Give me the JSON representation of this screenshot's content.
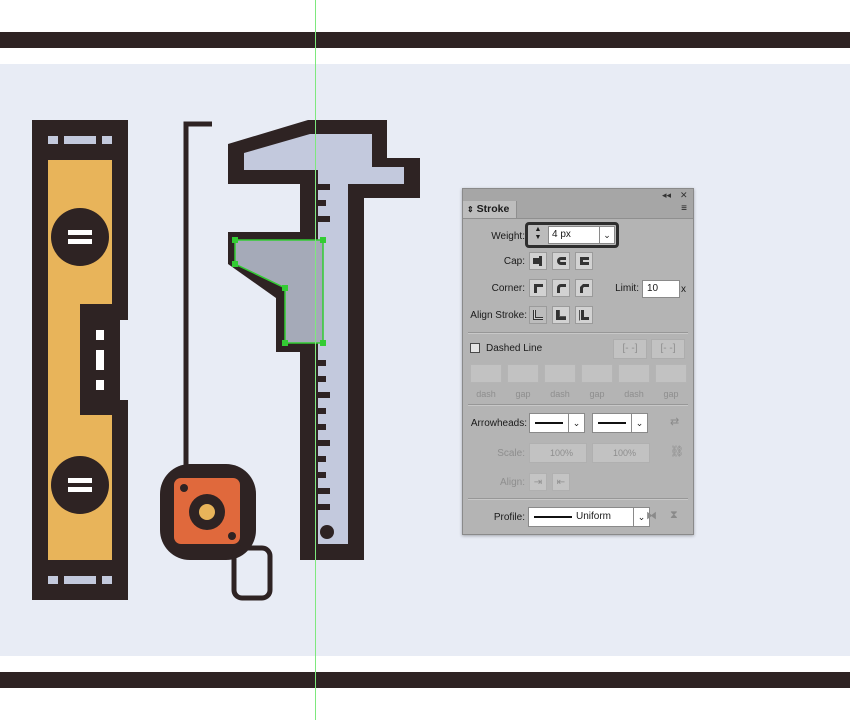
{
  "colors": {
    "band": "#2e2323",
    "canvas": "#e8ecf5",
    "guide": "#7ee87e",
    "outline": "#2e2323",
    "level_body": "#e8b45a",
    "level_vial": "#c3c9dd",
    "caliper_metal": "#c3c9dd",
    "caliper_selected": "#a5aab8",
    "tape_case": "#e0693c",
    "tape_center": "#e8b45a",
    "selection": "#33cc33",
    "panel_bg": "#b4b4b4"
  },
  "artwork": {
    "items": [
      "spirit-level",
      "tape-measure",
      "caliper"
    ]
  },
  "panel": {
    "title": "Stroke",
    "collapse_icon": "double-chevron-left-icon",
    "close_icon": "close-icon",
    "menu_icon": "hamburger-menu-icon",
    "weight": {
      "label": "Weight:",
      "value": "4 px"
    },
    "cap": {
      "label": "Cap:",
      "options": [
        "butt-cap-icon",
        "round-cap-icon",
        "projecting-cap-icon"
      ]
    },
    "corner": {
      "label": "Corner:",
      "options": [
        "miter-join-icon",
        "round-join-icon",
        "bevel-join-icon"
      ]
    },
    "limit": {
      "label": "Limit:",
      "value": "10",
      "unit": "x"
    },
    "align_stroke": {
      "label": "Align Stroke:",
      "options": [
        "align-center-icon",
        "align-inside-icon",
        "align-outside-icon"
      ]
    },
    "dashed": {
      "label": "Dashed Line",
      "checked": false
    },
    "dash_fields": [
      "dash",
      "gap",
      "dash",
      "gap",
      "dash",
      "gap"
    ],
    "arrowheads": {
      "label": "Arrowheads:"
    },
    "scale": {
      "label": "Scale:",
      "start": "100%",
      "end": "100%"
    },
    "align": {
      "label": "Align:"
    },
    "profile": {
      "label": "Profile:",
      "value": "Uniform"
    }
  }
}
